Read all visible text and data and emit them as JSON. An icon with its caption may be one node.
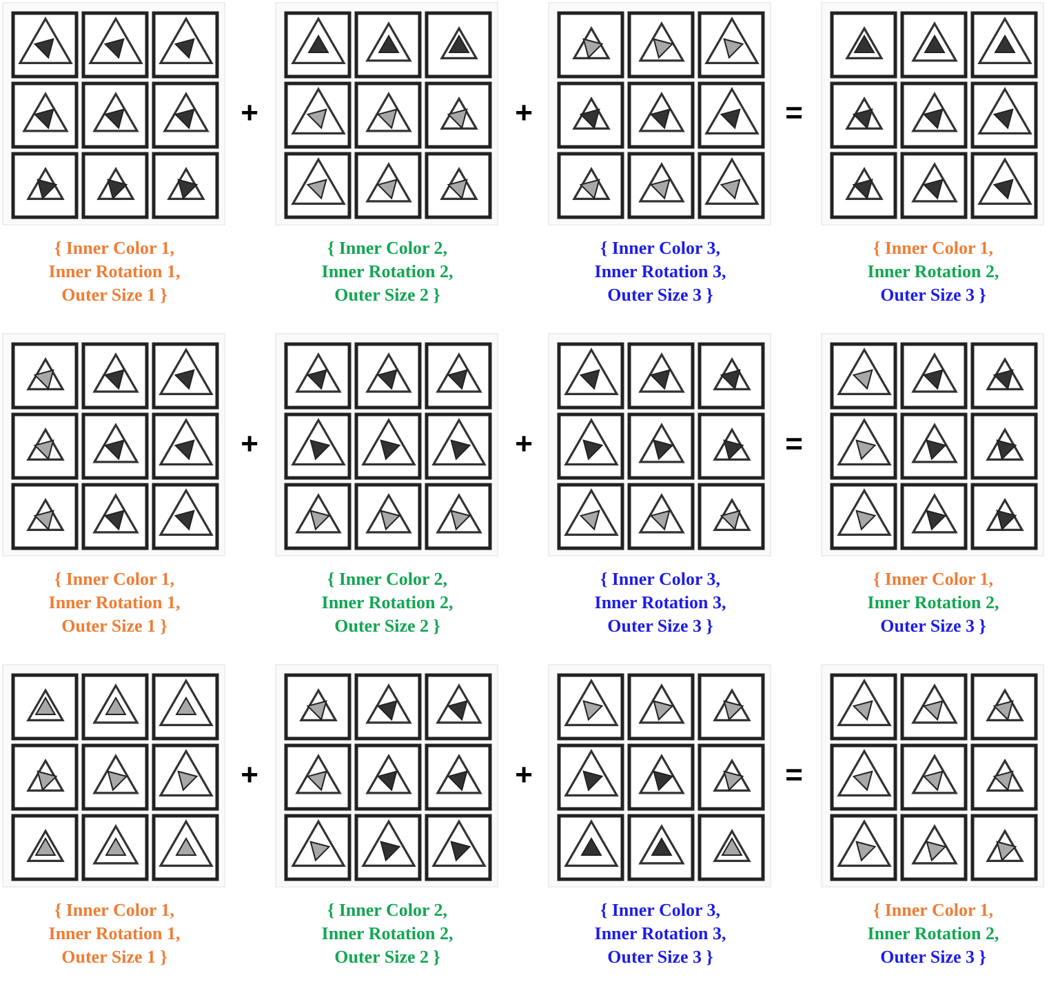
{
  "diagram": {
    "labels": [
      "+",
      "+",
      "=",
      "{ Inner Color 1,",
      "Inner Rotation 1,",
      "Outer Size 1 }",
      "{ Inner Color 2,",
      "Inner Rotation 2,",
      "Outer Size 2 }",
      "{ Inner Color 3,",
      "Inner Rotation 3,",
      "Outer Size 3 }",
      "{ Inner Color 1,",
      "Inner Rotation 2,",
      "Outer Size 3 }",
      "+",
      "+",
      "=",
      "{ Inner Color 1,",
      "Inner Rotation 1,",
      "Outer Size 1 }",
      "{ Inner Color 2,",
      "Inner Rotation 2,",
      "Outer Size 2 }",
      "{ Inner Color 3,",
      "Inner Rotation 3,",
      "Outer Size 3 }",
      "{ Inner Color 1,",
      "Inner Rotation 2,",
      "Outer Size 3 }",
      "+",
      "+",
      "=",
      "{ Inner Color 1,",
      "Inner Rotation 1,",
      "Outer Size 1 }",
      "{ Inner Color 2,",
      "Inner Rotation 2,",
      "Outer Size 2 }",
      "{ Inner Color 3,",
      "Inner Rotation 3,",
      "Outer Size 3 }",
      "{ Inner Color 1,",
      "Inner Rotation 2,",
      "Outer Size 3 }"
    ]
  }
}
